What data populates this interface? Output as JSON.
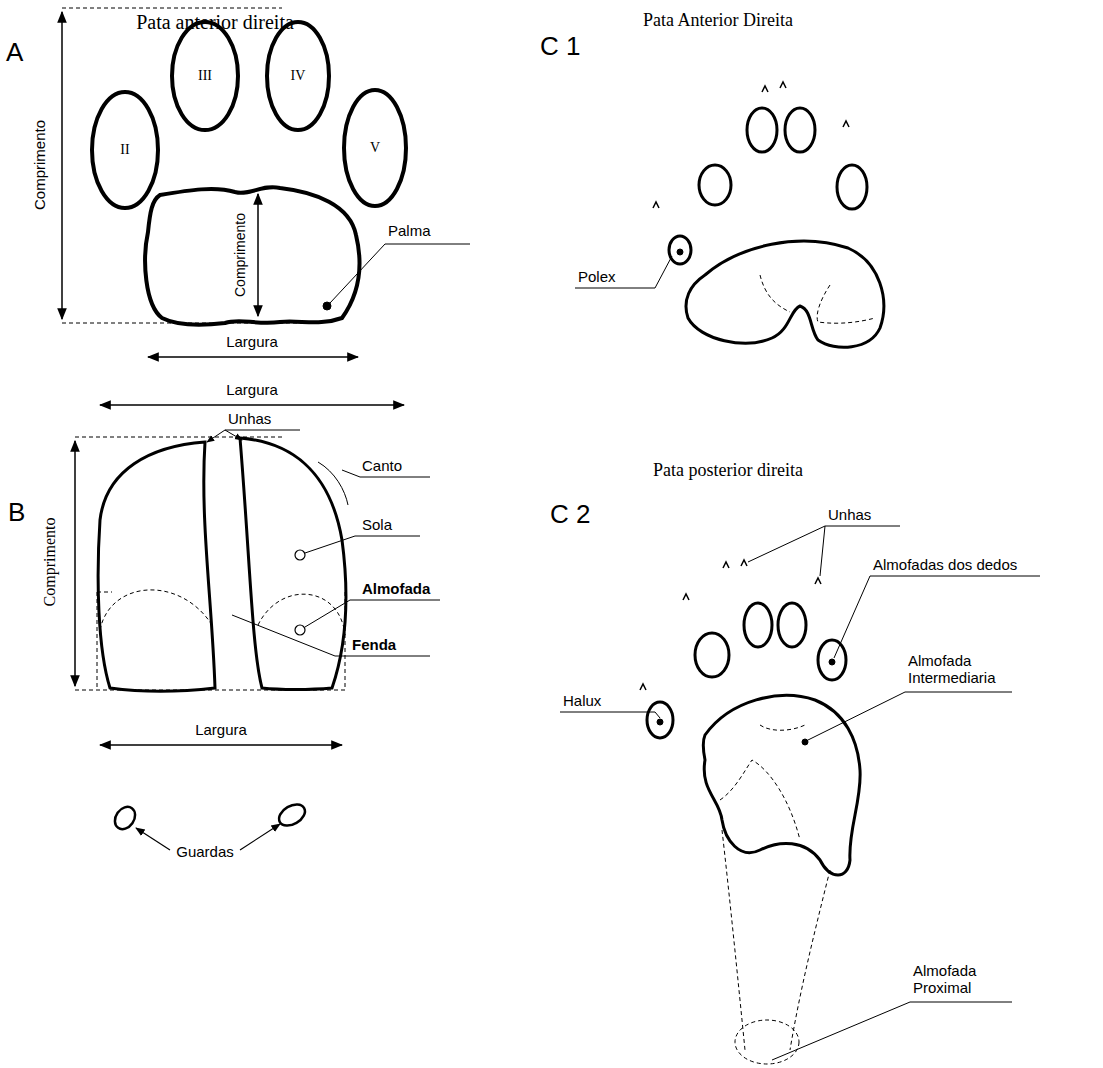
{
  "diagram": {
    "nodes": [
      {
        "text": [
          "II"
        ]
      },
      {
        "text": [
          "III"
        ]
      },
      {
        "text": [
          "IV"
        ]
      },
      {
        "text": [
          "V"
        ]
      }
    ],
    "labels": [
      "A",
      "Pata anterior direita",
      "Comprimento",
      "Comprimento",
      "Palma",
      "Largura",
      "Largura",
      "B",
      "Unhas",
      "Canto",
      "Sola",
      "Almofada",
      "Fenda",
      "Comprimento",
      "Largura",
      "Guardas",
      "C 1",
      "Pata Anterior Direita",
      "Polex",
      "C 2",
      "Pata posterior direita",
      "Unhas",
      "Almofadas dos dedos",
      "Halux",
      "Almofada Intermediaria",
      "Almofada Proximal"
    ]
  }
}
